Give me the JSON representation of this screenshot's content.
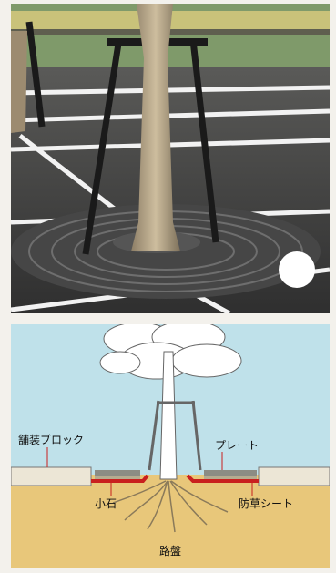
{
  "diagram": {
    "labels": {
      "paving_block": "舗装ブロック",
      "plate": "プレート",
      "pebbles": "小石",
      "weed_sheet": "防草シート",
      "roadbed": "路盤"
    }
  },
  "colors": {
    "sky": "#bfe1ea",
    "soil": "#e8c77a",
    "sheet": "#c9201f",
    "asphalt": "#3b3b3b"
  }
}
